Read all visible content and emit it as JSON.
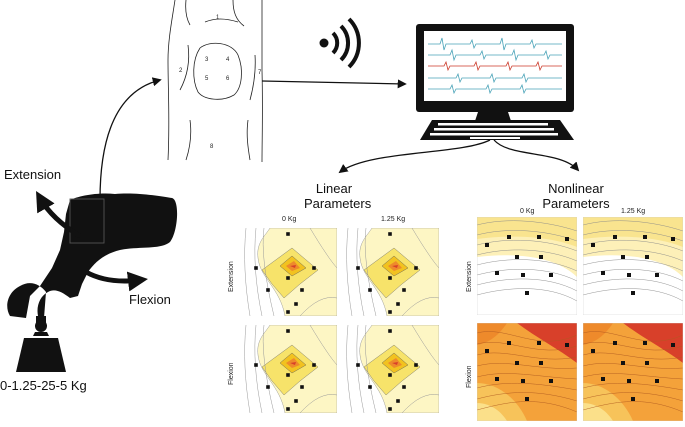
{
  "labels": {
    "extension": "Extension",
    "flexion": "Flexion",
    "loads": "0-1.25-25-5 Kg",
    "linear": "Linear\nParameters",
    "nonlinear": "Nonlinear\nParameters"
  },
  "linear_panels": {
    "col1": "0 Kg",
    "col2": "1.25 Kg",
    "row1": "Extension",
    "row2": "Flexion"
  },
  "nonlinear_panels": {
    "col1": "0 Kg",
    "col2": "1.25 Kg",
    "row1": "Extension",
    "row2": "Flexion"
  },
  "electrode_numbers": [
    "1",
    "2",
    "3",
    "4",
    "5",
    "6",
    "7",
    "8"
  ],
  "colors": {
    "ink": "#111111",
    "pale_yellow": "#fdf6c4",
    "yellow": "#f7e36a",
    "gold": "#f2c21f",
    "orange": "#ee8a2b",
    "red": "#d8402a",
    "emg_teal": "#4aa3b8",
    "emg_red": "#cc3a2a"
  },
  "icons": [
    "wireless-signal-icon",
    "computer-monitor-icon",
    "keyboard-icon",
    "leg-silhouette-icon",
    "weight-icon"
  ]
}
